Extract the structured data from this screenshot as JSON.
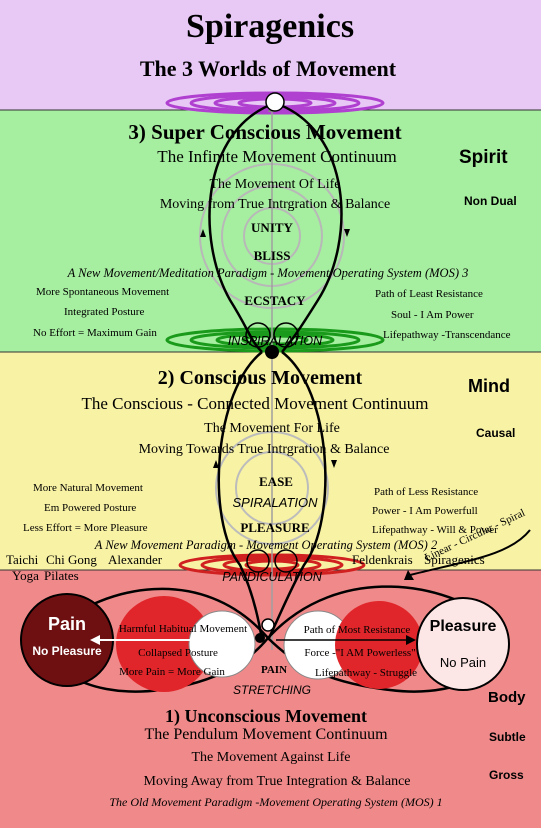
{
  "header": {
    "title": "Spiragenics",
    "subtitle": "The 3 Worlds of Movement"
  },
  "world3": {
    "heading": "3) Super Conscious Movement",
    "continuum": "The Infinite Movement Continuum",
    "realm": "Spirit",
    "qualifier": "Non Dual",
    "line1": "The Movement Of Life",
    "line2": "Moving from True Intrgration & Balance",
    "state1": "UNITY",
    "state2": "BLISS",
    "paradigm": "A New Movement/Meditation Paradigm - Movement Operating System (MOS) 3",
    "left1": "More Spontaneous Movement",
    "left2": "Integrated Posture",
    "left3": "No Effort =  Maximum Gain",
    "state3": "ECSTACY",
    "right1": "Path of Least Resistance",
    "right2": "Soul - I Am Power",
    "right3": "Lifepathway -Transcendance",
    "portal": "INSPIRALATION"
  },
  "world2": {
    "heading": "2) Conscious Movement",
    "continuum": "The Conscious - Connected Movement Continuum",
    "realm": "Mind",
    "qualifier": "Causal",
    "line1": "The Movement For Life",
    "line2": "Moving Towards True Intrgration & Balance",
    "state1": "EASE",
    "state2": "SPIRALATION",
    "state3": "PLEASURE",
    "left1": "More Natural Movement",
    "left2": "Em Powered Posture",
    "left3": "Less Effort = More Pleasure",
    "right1": "Path of Less Resistance",
    "right2": "Power - I Am Powerfull",
    "right3": "Lifepathway - Will & Power",
    "paradigm": "A New Movement Paradigm - Movement Operating System (MOS) 2",
    "methods_left1": "Taichi",
    "methods_left2": "Chi Gong",
    "methods_left3": "Alexander",
    "methods_left4": "Yoga",
    "methods_left5": "Pilates",
    "methods_right1": "Feldenkrais",
    "methods_right2": "Spiragenics",
    "portal": "PANDICULATION",
    "spectrum": "Linear - Circular - Spiral"
  },
  "world1": {
    "pain_title": "Pain",
    "pain_sub": "No Pleasure",
    "pleasure_title": "Pleasure",
    "pleasure_sub": "No Pain",
    "left1": "Harmful Habitual Movement",
    "left2": "Collapsed Posture",
    "left3": "More Pain = More Gain",
    "right1": "Path of Most Resistance",
    "right2": "Force -\"I AM Powerless\"",
    "right3": "Lifepathway - Struggle",
    "center1": "PAIN",
    "center2": "STRETCHING",
    "realm": "Body",
    "qualifier1": "Subtle",
    "qualifier2": "Gross",
    "heading": "1) Unconscious Movement",
    "continuum": "The Pendulum Movement Continuum",
    "line1": "The Movement Against Life",
    "line2": "Moving Away from True Integration & Balance",
    "paradigm": "The Old Movement Paradigm -Movement Operating System (MOS) 1"
  },
  "colors": {
    "header_bg": "#e8c8f5",
    "spirit_bg": "#a6eea0",
    "mind_bg": "#f8f2a4",
    "body_bg": "#f08a8a",
    "pain_circle": "#6e0f12",
    "red_circle": "#e0262a",
    "pleasure_circle": "#fde6e6"
  }
}
